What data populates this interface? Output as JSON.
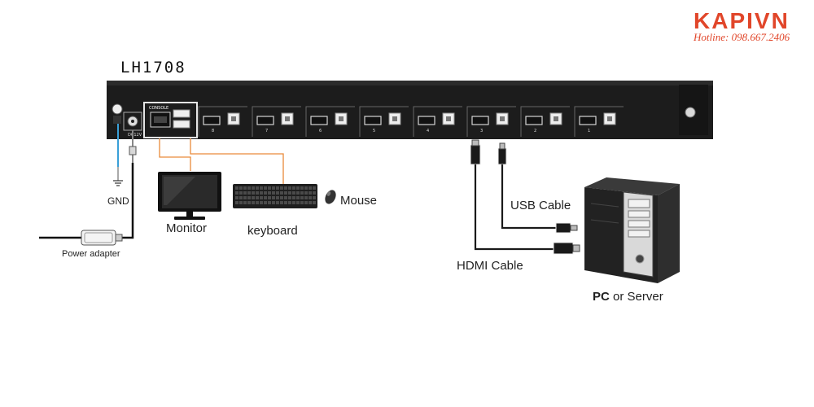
{
  "brand": {
    "logo_text": "KAPIVN",
    "hotline": "Hotline: 098.667.2406",
    "color": "#e1462a"
  },
  "device": {
    "model": "LH1708",
    "power_label": "DC12V",
    "console_label": "CONSOLE",
    "port_numbers": [
      "8",
      "7",
      "6",
      "5",
      "4",
      "3",
      "2",
      "1"
    ]
  },
  "labels": {
    "gnd": "GND",
    "power_adapter": "Power adapter",
    "monitor": "Monitor",
    "keyboard": "keyboard",
    "mouse": "Mouse",
    "usb_cable": "USB Cable",
    "hdmi_cable": "HDMI Cable",
    "pc_bold": "PC",
    "pc_rest": " or Server"
  },
  "colors": {
    "console_cable": "#e98a3a",
    "gnd_cable": "#3aa0d8",
    "panel": "#1a1a1a"
  }
}
